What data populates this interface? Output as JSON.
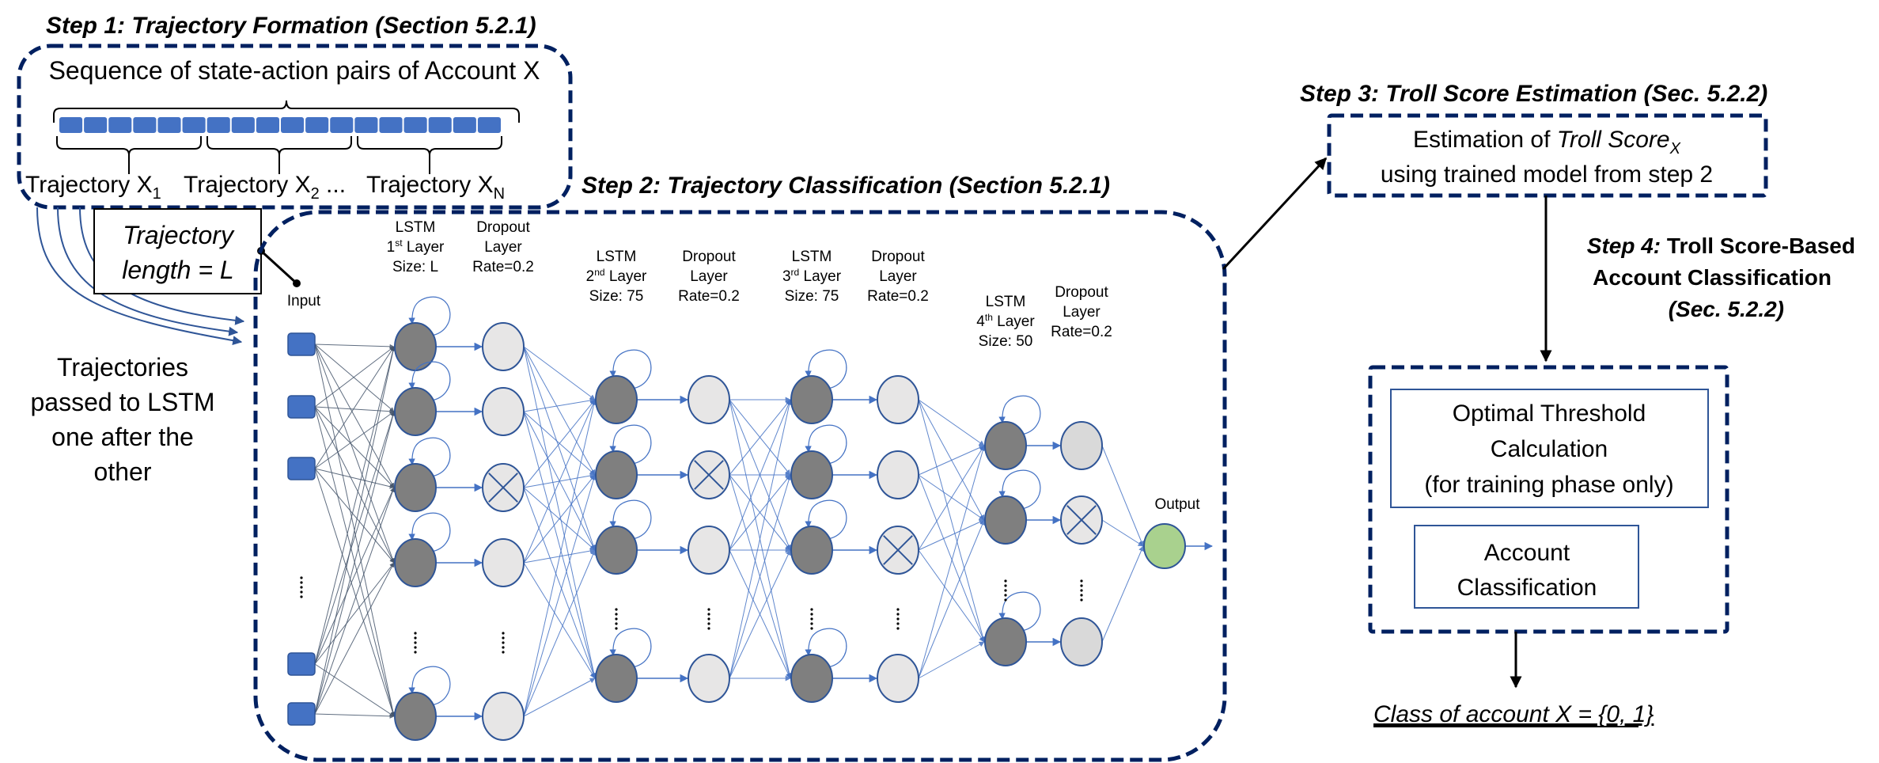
{
  "colors": {
    "dashed_border": "#002060",
    "cell_blue": "#4472C4",
    "lstm_node": "#7F7F7F",
    "dropout_node": "#E7E6E6",
    "output_node": "#A9D18E",
    "edge_blue": "#4472C4",
    "edge_gray": "#44546A"
  },
  "step1": {
    "title": "Step 1: Trajectory Formation (Section 5.2.1)",
    "sequence_label": "Sequence of state-action pairs of Account X",
    "cell_count": 18,
    "trajectories": [
      {
        "label": "Trajectory X",
        "sub": "1",
        "suffix": ""
      },
      {
        "label": "Trajectory X",
        "sub": "2",
        "suffix": " ..."
      },
      {
        "label": "Trajectory X",
        "sub": "N",
        "suffix": ""
      }
    ]
  },
  "trajectory_length": {
    "line1": "Trajectory",
    "line2": "length = L"
  },
  "side_note": {
    "lines": [
      "Trajectories",
      "passed to LSTM",
      "one after the",
      "other"
    ]
  },
  "step2": {
    "title": "Step 2: Trajectory Classification (Section 5.2.1)",
    "input_label": "Input",
    "output_label": "Output",
    "layers": [
      {
        "kind": "lstm",
        "name": "LSTM",
        "ordinal": "1",
        "ordinal_sup": "st",
        "layer_word": "Layer",
        "size": "Size: L"
      },
      {
        "kind": "dropout",
        "name": "Dropout",
        "layer_word": "Layer",
        "rate": "Rate=0.2"
      },
      {
        "kind": "lstm",
        "name": "LSTM",
        "ordinal": "2",
        "ordinal_sup": "nd",
        "layer_word": "Layer",
        "size": "Size: 75"
      },
      {
        "kind": "dropout",
        "name": "Dropout",
        "layer_word": "Layer",
        "rate": "Rate=0.2"
      },
      {
        "kind": "lstm",
        "name": "LSTM",
        "ordinal": "3",
        "ordinal_sup": "rd",
        "layer_word": "Layer",
        "size": "Size: 75"
      },
      {
        "kind": "dropout",
        "name": "Dropout",
        "layer_word": "Layer",
        "rate": "Rate=0.2"
      },
      {
        "kind": "lstm",
        "name": "LSTM",
        "ordinal": "4",
        "ordinal_sup": "th",
        "layer_word": "Layer",
        "size": "Size: 50"
      },
      {
        "kind": "dropout",
        "name": "Dropout",
        "layer_word": "Layer",
        "rate": "Rate=0.2"
      }
    ],
    "ellipsis": "⋮"
  },
  "step3": {
    "title": "Step 3: Troll Score Estimation (Sec. 5.2.2)",
    "line1_prefix": "Estimation of ",
    "line1_italic": "Troll Score",
    "line1_sub": "X",
    "line2": "using trained model from step 2"
  },
  "step4": {
    "title_italic": "Step 4:",
    "title_rest": " Troll Score-Based",
    "title_line2": "Account Classification",
    "title_line3": "(Sec. 5.2.2)",
    "threshold_box": [
      "Optimal Threshold",
      "Calculation",
      "(for training phase only)"
    ],
    "classification_box": [
      "Account",
      "Classification"
    ]
  },
  "result": {
    "text": "Class of account X = {0, 1}"
  }
}
